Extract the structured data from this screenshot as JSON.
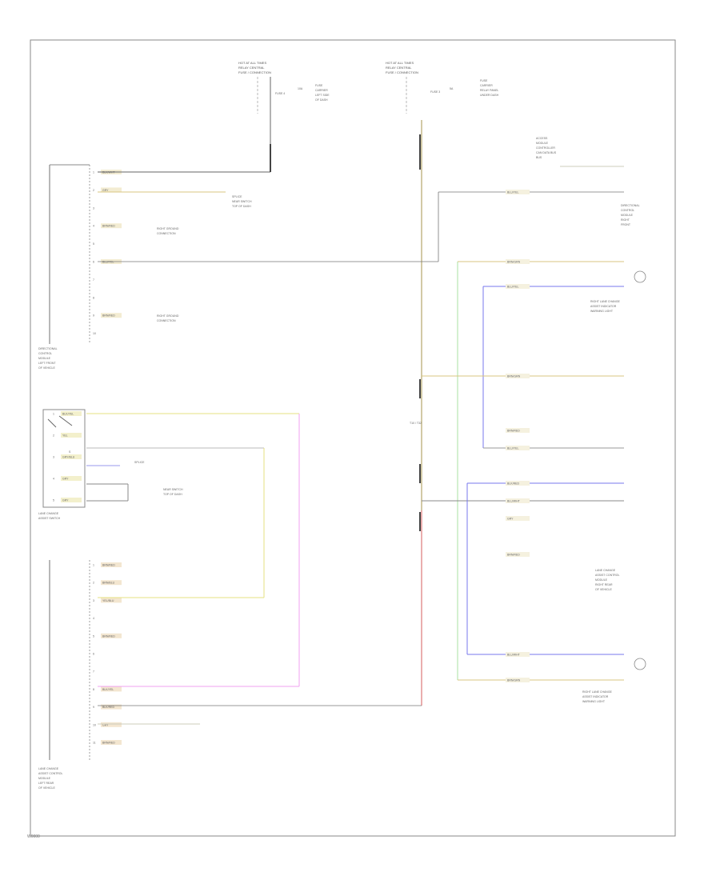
{
  "header": {
    "supply_left": [
      "HOT AT ALL TIMES",
      "RELAY CENTRAL",
      "FUSE / CONNECTION"
    ],
    "supply_left_detail": [
      "FUSE 4",
      "10A",
      "FUSE",
      "CARRIER",
      "LEFT SIDE",
      "OF DASH"
    ],
    "supply_right": [
      "HOT AT ALL TIMES",
      "RELAY CENTRAL",
      "FUSE / CONNECTION"
    ],
    "supply_right_detail": [
      "FUSE 3",
      "5A",
      "FUSE",
      "CARRIER",
      "RELAY PANEL",
      "UNDER DASH"
    ]
  },
  "components": {
    "module_top": [
      "DIRECTIONAL",
      "CONTROL",
      "MODULE",
      "LEFT FRONT",
      "OF VEHICLE"
    ],
    "switch_block": [
      "LANE CHANGE",
      "ASSIST SWITCH"
    ],
    "module_bottom": [
      "LANE CHANGE",
      "ASSIST CONTROL",
      "MODULE",
      "LEFT REAR",
      "OF VEHICLE"
    ],
    "right_top_note": [
      "ACCESS",
      "MODULE",
      "CONTROLLER",
      "CAN DATA BUS",
      "BUS"
    ],
    "right_mid_note": [
      "DIRECTIONAL",
      "CONTROL",
      "MODULE",
      "RIGHT",
      "FRONT"
    ],
    "right_lamp1": [
      "RIGHT LANE CHANGE",
      "ASSIST INDICATOR",
      "WARNING LIGHT"
    ],
    "right_module": [
      "LANE CHANGE",
      "ASSIST CONTROL",
      "MODULE",
      "RIGHT REAR",
      "OF VEHICLE"
    ],
    "right_lamp2": [
      "RIGHT LANE CHANGE",
      "ASSIST INDICATOR",
      "WARNING LIGHT"
    ]
  },
  "wires": {
    "module_top_rows": [
      {
        "pin": "1",
        "label": "BLK/WHT"
      },
      {
        "pin": "2",
        "label": "GRY"
      },
      {
        "pin": "3",
        "label": ""
      },
      {
        "pin": "4",
        "label": "BRN/RED"
      },
      {
        "pin": "5",
        "label": ""
      },
      {
        "pin": "6",
        "label": "BLU/YEL"
      },
      {
        "pin": "7",
        "label": ""
      },
      {
        "pin": "8",
        "label": ""
      },
      {
        "pin": "9",
        "label": "BRN/RED"
      },
      {
        "pin": "10",
        "label": ""
      }
    ],
    "ground_notes": [
      "RIGHT GROUND",
      "CONNECTION"
    ],
    "splice_notes": [
      "SPLICE",
      "NEAR SWITCH",
      "TOP OF DASH"
    ],
    "switch_rows": [
      {
        "pin": "1",
        "label": "BLK/YEL"
      },
      {
        "pin": "2",
        "label": "YEL"
      },
      {
        "pin": "3",
        "label": "GRY/BLU"
      },
      {
        "pin": "4",
        "label": "GRY"
      },
      {
        "pin": "5",
        "label": "GRY"
      }
    ],
    "module_bottom_rows": [
      {
        "pin": "1",
        "label": "BRN/RED"
      },
      {
        "pin": "2",
        "label": "BRN/BLU"
      },
      {
        "pin": "3",
        "label": "YEL/BLU"
      },
      {
        "pin": "4",
        "label": ""
      },
      {
        "pin": "5",
        "label": "BRN/RED"
      },
      {
        "pin": "6",
        "label": ""
      },
      {
        "pin": "7",
        "label": ""
      },
      {
        "pin": "8",
        "label": "BLK/YEL"
      },
      {
        "pin": "9",
        "label": "BLK/RED"
      },
      {
        "pin": "10",
        "label": "GRY"
      },
      {
        "pin": "11",
        "label": "BRN/RED"
      }
    ],
    "mid_tag": "T10 / T32",
    "right_rows": [
      {
        "label": "BLU/YEL"
      },
      {
        "label": "BRN/GRN"
      },
      {
        "label": "BLU/YEL"
      },
      {
        "label": "BRN/GRN"
      },
      {
        "label": "BRN/RED"
      },
      {
        "label": "BLU/YEL"
      },
      {
        "label": "BLK/RED"
      },
      {
        "label": "BLU/WHT"
      },
      {
        "label": "GRY"
      },
      {
        "label": "BRN/RED"
      },
      {
        "label": "BLU/WHT"
      },
      {
        "label": "BRN/GRN"
      }
    ]
  },
  "footer": {
    "code": "W0000"
  }
}
